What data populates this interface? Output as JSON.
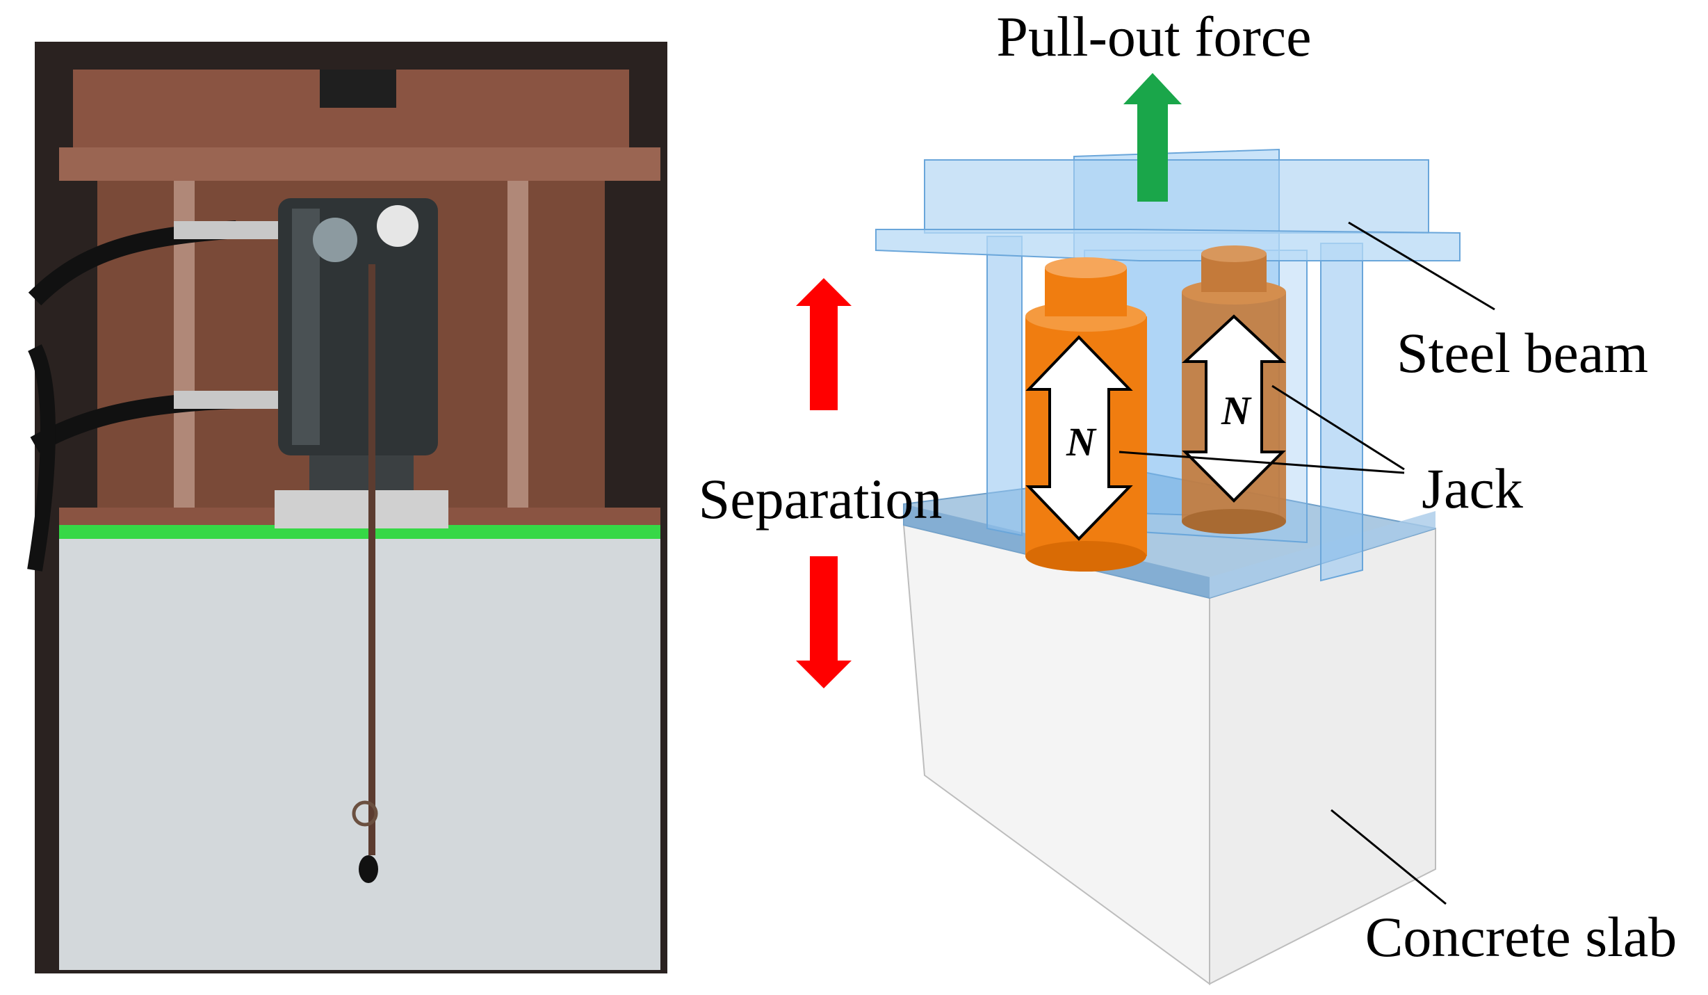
{
  "labels": {
    "pull_out_force": "Pull-out force",
    "steel_beam": "Steel beam",
    "jack": "Jack",
    "separation": "Separation",
    "concrete_slab": "Concrete slab",
    "jack_force_left": "N",
    "jack_force_right": "N"
  },
  "colors": {
    "pull_arrow": "#1aa64a",
    "separation_arrow": "#ff0000",
    "jack_orange": "#f07d10",
    "steel_blue": "#8fc3f0",
    "concrete_grey": "#f0f0f0"
  }
}
